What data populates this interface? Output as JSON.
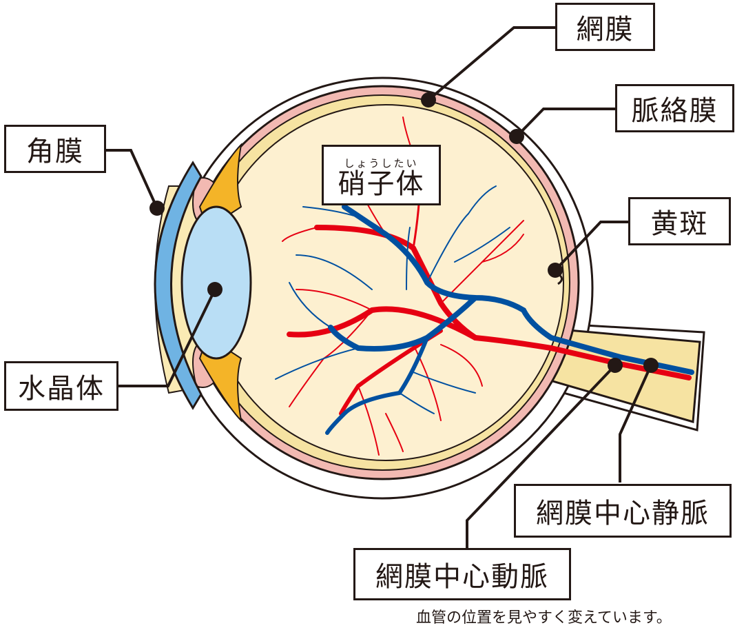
{
  "labels": {
    "retina": "網膜",
    "choroid": "脈絡膜",
    "cornea": "角膜",
    "vitreous_ruby": "しょうしたい",
    "vitreous": "硝子体",
    "macula": "黄斑",
    "lens": "水晶体",
    "central_retinal_vein": "網膜中心静脈",
    "central_retinal_artery": "網膜中心動脈"
  },
  "footnote": "血管の位置を見やすく変えています。",
  "colors": {
    "outline": "#231815",
    "sclera": "#ffffff",
    "choroid": "#f2b9b2",
    "retina": "#f6e3a2",
    "vitreous": "#fdf0d0",
    "cornea": "#6fb3e3",
    "lens": "#b9def5",
    "aqueous": "#faeab4",
    "ciliary_body": "#f4b428",
    "iris": "#f2b9b2",
    "artery": "#e60012",
    "vein": "#0050a0"
  }
}
